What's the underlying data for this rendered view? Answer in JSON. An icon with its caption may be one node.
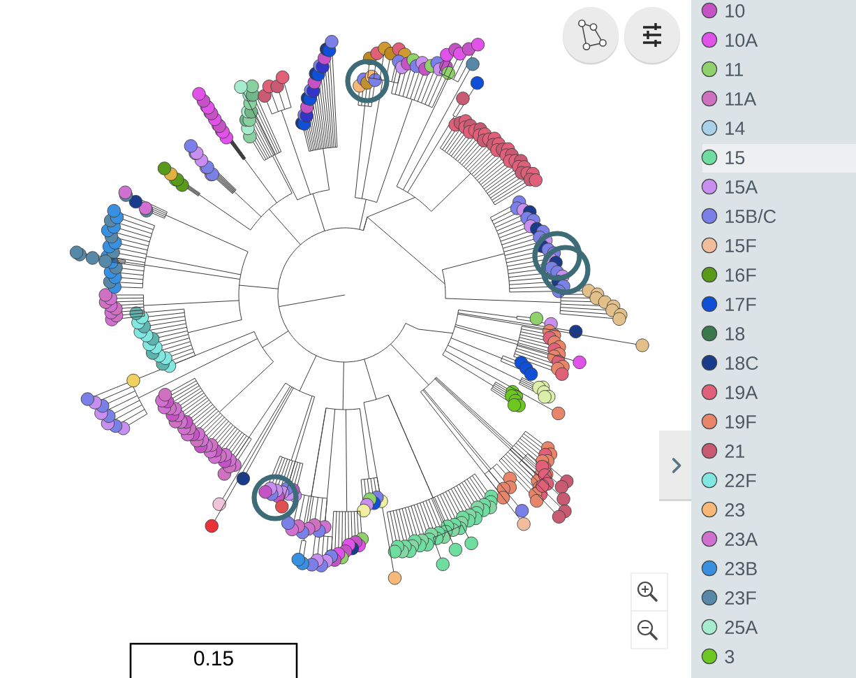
{
  "diagram": {
    "labels": [
      "0.15"
    ],
    "legend": [
      {
        "text": "10",
        "color": "#c653c6"
      },
      {
        "text": "10A",
        "color": "#e052e8"
      },
      {
        "text": "11",
        "color": "#8fd16a"
      },
      {
        "text": "11A",
        "color": "#d070c0"
      },
      {
        "text": "14",
        "color": "#a8d0e6"
      },
      {
        "text": "15",
        "color": "#6fdca0"
      },
      {
        "text": "15A",
        "color": "#c88ef0"
      },
      {
        "text": "15B/C",
        "color": "#7b7fe8"
      },
      {
        "text": "15F",
        "color": "#f2bd9c"
      },
      {
        "text": "16F",
        "color": "#5a9a1a"
      },
      {
        "text": "17F",
        "color": "#1050d8"
      },
      {
        "text": "18",
        "color": "#3a7a4a"
      },
      {
        "text": "18C",
        "color": "#1a3a8a"
      },
      {
        "text": "19A",
        "color": "#e0607a"
      },
      {
        "text": "19F",
        "color": "#e8846a"
      },
      {
        "text": "21",
        "color": "#c85a72"
      },
      {
        "text": "22F",
        "color": "#80e8e0"
      },
      {
        "text": "23",
        "color": "#f8b878"
      },
      {
        "text": "23A",
        "color": "#d070d0"
      },
      {
        "text": "23B",
        "color": "#3a90e0"
      },
      {
        "text": "23F",
        "color": "#5888a8"
      },
      {
        "text": "25A",
        "color": "#a8ecd0"
      },
      {
        "text": "3",
        "color": "#6cc820"
      }
    ]
  }
}
